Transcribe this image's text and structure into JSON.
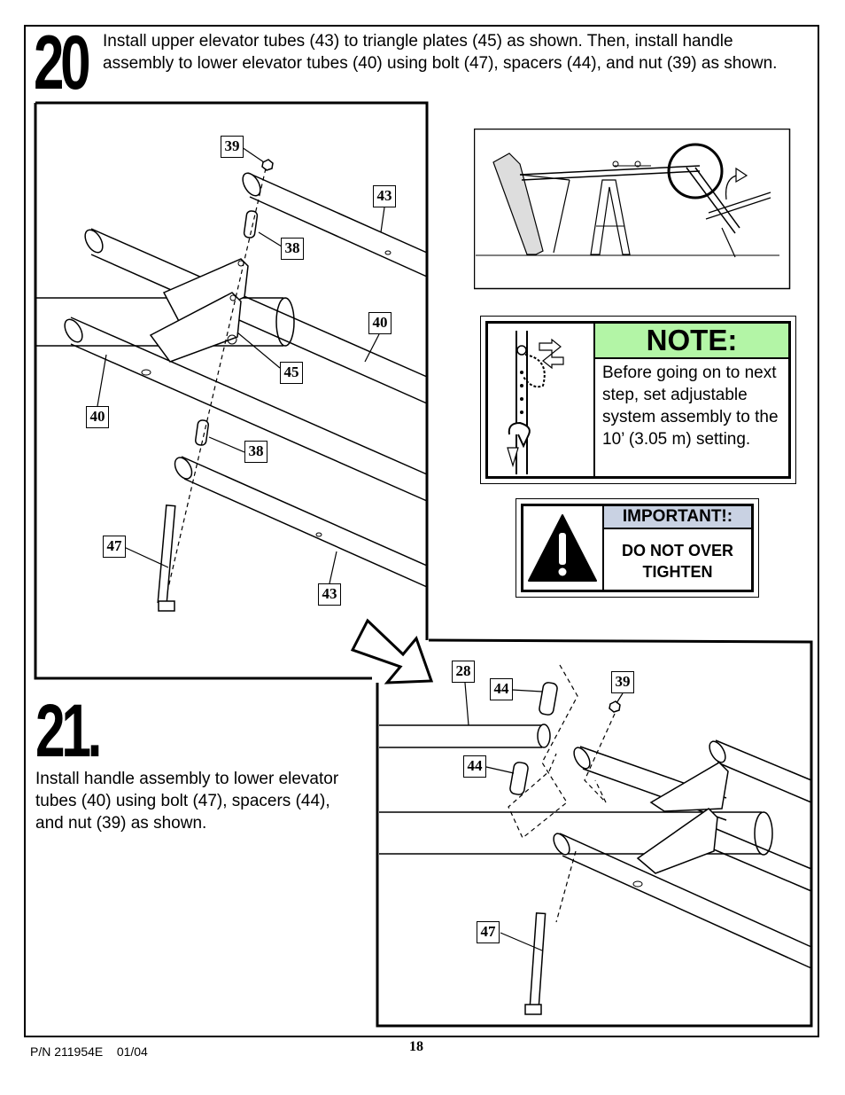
{
  "step20": {
    "number": "20",
    "instruction": "Install upper elevator tubes (43) to triangle plates (45) as shown. Then, install handle assembly to lower elevator tubes (40) using bolt (47), spacers (44), and nut (39) as shown."
  },
  "step21": {
    "number": "21.",
    "instruction": "Install handle assembly to lower elevator tubes (40) using bolt (47), spacers (44), and nut (39) as shown."
  },
  "figure20_callouts": [
    "39",
    "43",
    "38",
    "40",
    "45",
    "40",
    "38",
    "47",
    "43"
  ],
  "figure21_callouts": [
    "28",
    "44",
    "39",
    "44",
    "47"
  ],
  "note": {
    "heading": "NOTE:",
    "text": "Before going on to next step, set adjustable system assembly to the 10’ (3.05 m) setting."
  },
  "important": {
    "heading": "IMPORTANT!:",
    "text": "DO NOT OVER TIGHTEN"
  },
  "footer": {
    "part_number": "P/N 211954E",
    "date": "01/04",
    "page": "18"
  },
  "colors": {
    "note_header": "#b3f5a6",
    "important_header": "#c9d2e3"
  }
}
